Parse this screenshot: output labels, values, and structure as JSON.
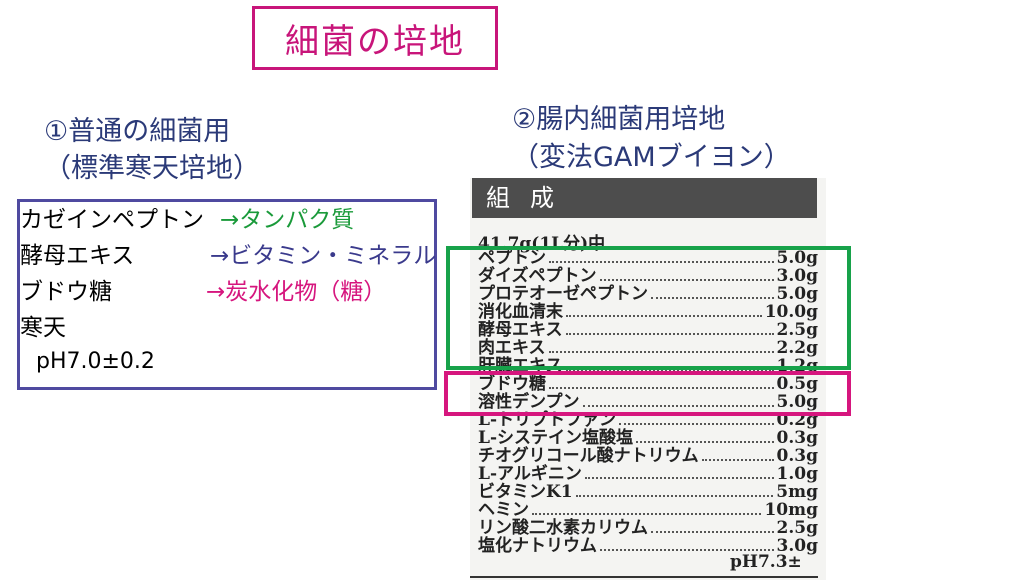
{
  "title": "細菌の培地",
  "section1": {
    "heading_line1": "①普通の細菌用",
    "heading_line2": "（標準寒天培地）",
    "rows": [
      {
        "name": "カゼインペプトン",
        "arrow": "→タンパク質",
        "color": "#1a9a3a"
      },
      {
        "name": "酵母エキス",
        "arrow": "→ビタミン・ミネラル",
        "color": "#3a3a8c"
      },
      {
        "name": "ブドウ糖",
        "arrow": "→炭水化物（糖）",
        "color": "#d6167e"
      },
      {
        "name": "寒天",
        "arrow": "",
        "color": "#000000"
      },
      {
        "name": "pH7.0±0.2",
        "arrow": "",
        "color": "#000000"
      }
    ]
  },
  "section2": {
    "heading_line1": "②腸内細菌用培地",
    "heading_line2": "（変法GAMブイヨン）",
    "scan_header": "組成",
    "intro": "41.7g(1L分)中",
    "ingredients": [
      {
        "name": "ペプトン",
        "amount": "5.0g"
      },
      {
        "name": "ダイズペプトン",
        "amount": "3.0g"
      },
      {
        "name": "プロテオーゼペプトン",
        "amount": "5.0g"
      },
      {
        "name": "消化血清末",
        "amount": "10.0g"
      },
      {
        "name": "酵母エキス",
        "amount": "2.5g"
      },
      {
        "name": "肉エキス",
        "amount": "2.2g"
      },
      {
        "name": "肝臓エキス",
        "amount": "1.2g"
      },
      {
        "name": "ブドウ糖",
        "amount": "0.5g"
      },
      {
        "name": "溶性デンプン",
        "amount": "5.0g"
      },
      {
        "name": "L-トリプトファン",
        "amount": "0.2g"
      },
      {
        "name": "L-システイン塩酸塩",
        "amount": "0.3g"
      },
      {
        "name": "チオグリコール酸ナトリウム",
        "amount": "0.3g"
      },
      {
        "name": "L-アルギニン",
        "amount": "1.0g"
      },
      {
        "name": "ビタミンK1",
        "amount": "5mg"
      },
      {
        "name": "ヘミン",
        "amount": "10mg"
      },
      {
        "name": "リン酸二水素カリウム",
        "amount": "2.5g"
      },
      {
        "name": "塩化ナトリウム",
        "amount": "3.0g"
      }
    ],
    "ph": "pH7.3±"
  },
  "colors": {
    "title": "#c8157a",
    "heading": "#2b3a78",
    "std_box_border": "#4f4aa0",
    "green_highlight": "#17a24a",
    "pink_highlight": "#d6167e"
  }
}
